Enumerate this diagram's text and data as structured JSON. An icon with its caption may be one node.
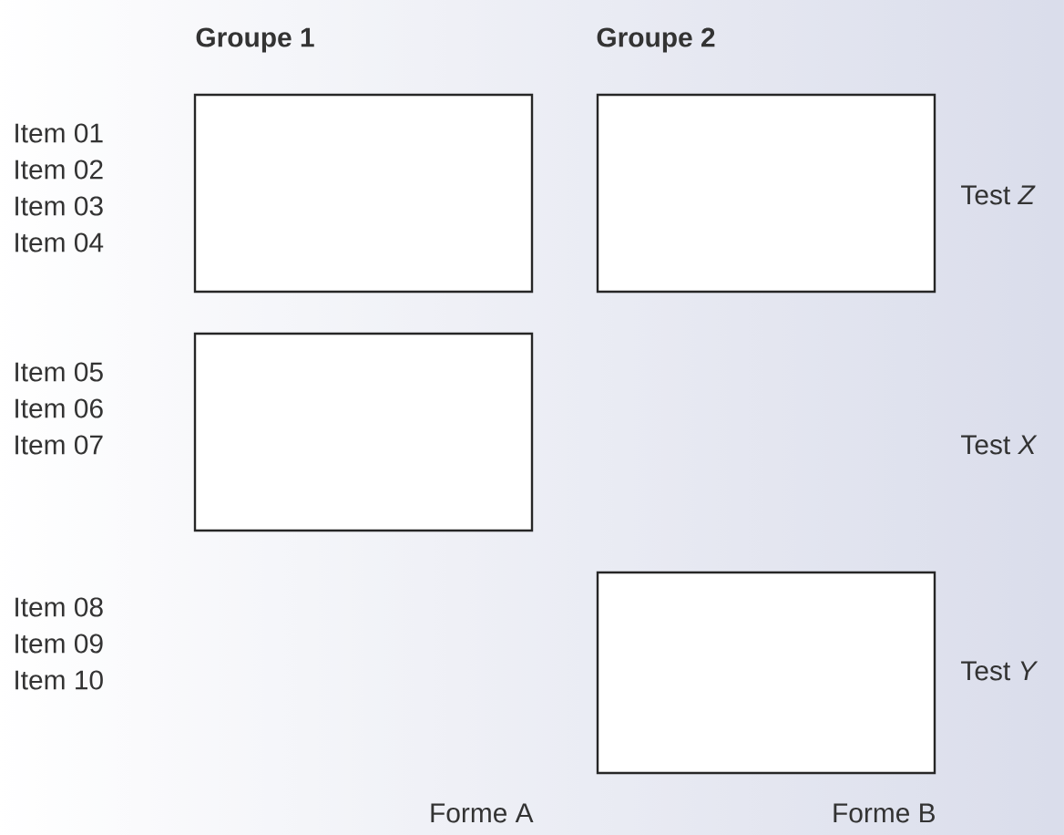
{
  "diagram": {
    "nodes": [
      {
        "text": [],
        "shape": "box"
      },
      {
        "text": [],
        "shape": "box"
      },
      {
        "text": [],
        "shape": "box"
      },
      {
        "text": [],
        "shape": "box"
      }
    ],
    "labels": [
      "Groupe 1",
      "Groupe 2",
      "Item 01",
      "Item 02",
      "Item 03",
      "Item 04",
      "Test *Z*",
      "Item 05",
      "Item 06",
      "Item 07",
      "Test *X*",
      "Item 08",
      "Item 09",
      "Item 10",
      "Test *Y*",
      "Forme A",
      "Forme B"
    ]
  }
}
